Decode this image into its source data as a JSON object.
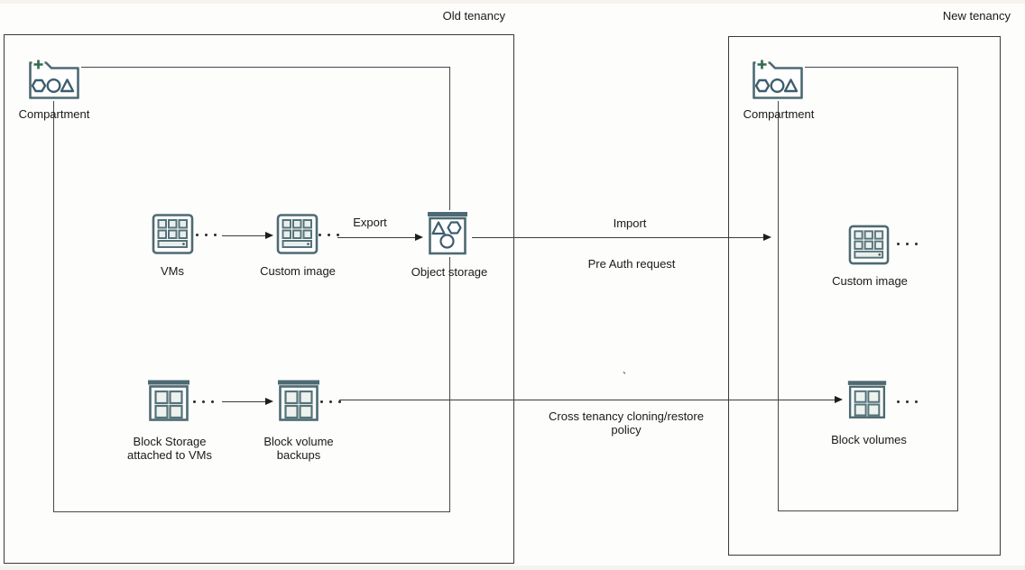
{
  "old_tenancy": {
    "label": "Old tenancy",
    "compartment_label": "Compartment",
    "nodes": {
      "vms": {
        "label": "VMs"
      },
      "custom_image": {
        "label": "Custom image"
      },
      "object_storage": {
        "label": "Object storage"
      },
      "block_storage": {
        "label_line1": "Block Storage",
        "label_line2": "attached to VMs"
      },
      "block_volume_backups": {
        "label_line1": "Block volume",
        "label_line2": "backups"
      }
    }
  },
  "new_tenancy": {
    "label": "New tenancy",
    "compartment_label": "Compartment",
    "nodes": {
      "custom_image": {
        "label": "Custom image"
      },
      "block_volumes": {
        "label": "Block volumes"
      }
    }
  },
  "edges": {
    "export": {
      "label": "Export"
    },
    "import": {
      "label": "Import",
      "sublabel": "Pre Auth request"
    },
    "cross_tenancy": {
      "label1": "Cross tenancy cloning/restore",
      "label2": "policy"
    },
    "stray_mark": "`"
  },
  "colors": {
    "icon_stroke": "#4e6a72",
    "icon_shape_stroke": "#3d5d6f",
    "icon_bar_fill": "#4d6a73",
    "icon_cell_fill": "#e9efee",
    "plus_green": "#2f6b4f",
    "connector_line": "#3c3c3c",
    "box_border": "#3a3a3a",
    "text": "#191919",
    "page_margin_strip": "#f6f3ee"
  }
}
